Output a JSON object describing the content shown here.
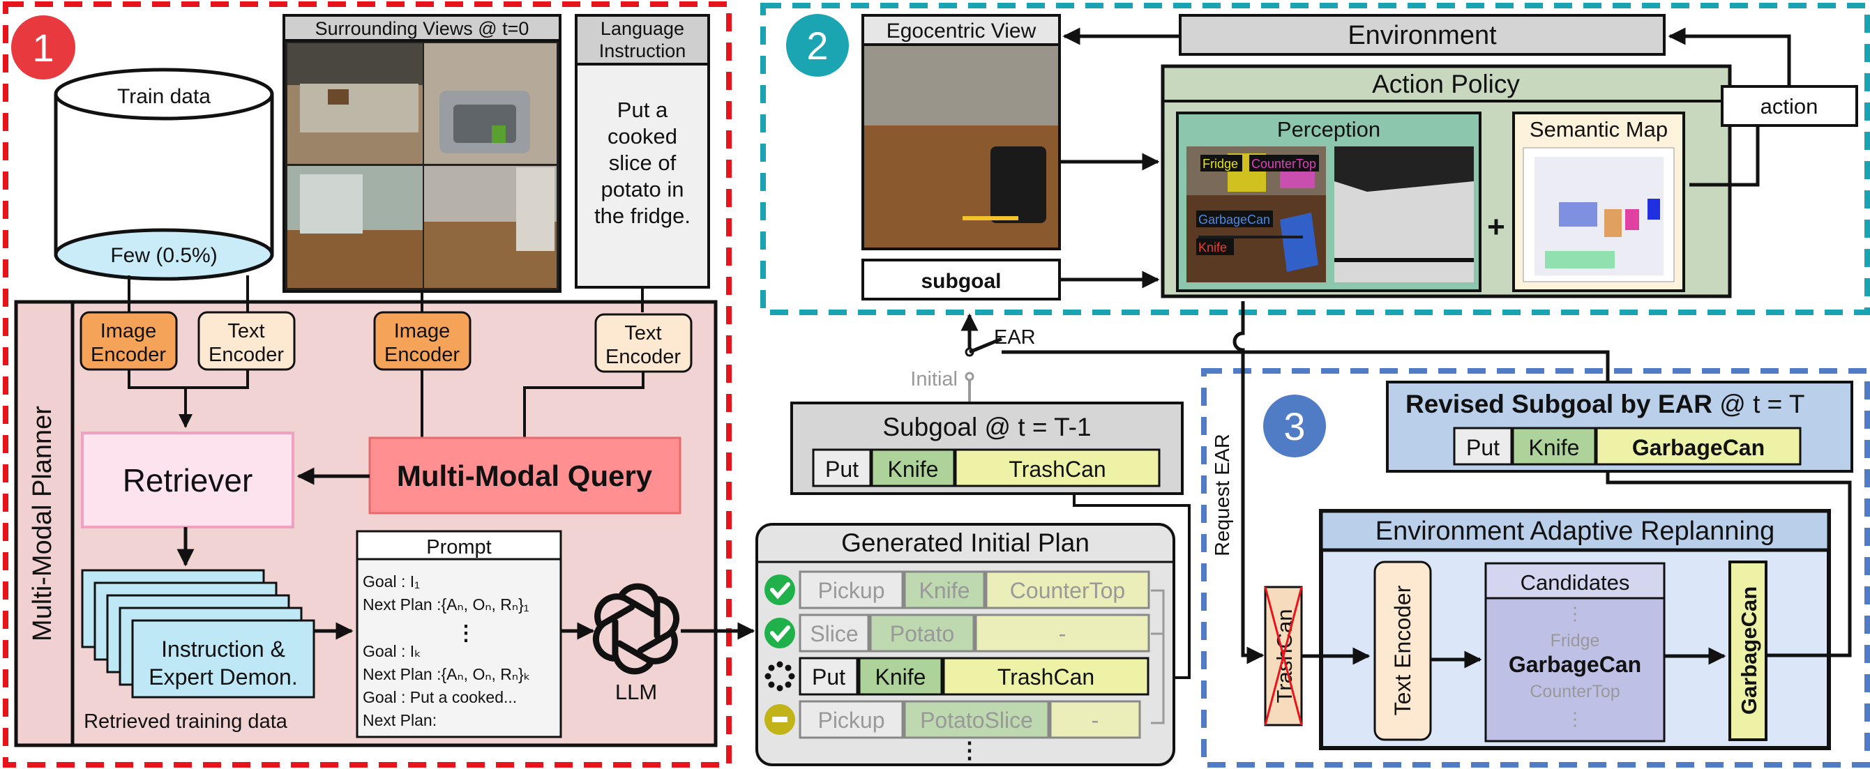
{
  "section1": {
    "badge": "1",
    "train_data": "Train data",
    "few": "Few (0.5%)",
    "surrounding_views": "Surrounding Views @ t=0",
    "language_instruction": [
      "Language",
      "Instruction"
    ],
    "instruction_text": [
      "Put a",
      "cooked",
      "slice of",
      "potato in",
      "the fridge."
    ],
    "image_encoder": [
      "Image",
      "Encoder"
    ],
    "text_encoder": [
      "Text",
      "Encoder"
    ],
    "planner_label": "Multi-Modal Planner",
    "retriever": "Retriever",
    "query": "Multi-Modal Query",
    "demo": [
      "Instruction &",
      "Expert Demon."
    ],
    "retrieved_label": "Retrieved training data",
    "prompt_title": "Prompt",
    "prompt_lines": [
      "Goal : I₁",
      "Next Plan :{Aₙ, Oₙ, Rₙ}₁",
      "⋮",
      "Goal : Iₖ",
      "Next Plan :{Aₙ, Oₙ, Rₙ}ₖ",
      "Goal : Put a cooked...",
      "Next Plan:"
    ],
    "llm": "LLM"
  },
  "section2": {
    "badge": "2",
    "egocentric": "Egocentric View",
    "environment": "Environment",
    "action_policy": "Action Policy",
    "perception": "Perception",
    "semantic_map": "Semantic Map",
    "action": "action",
    "subgoal": "subgoal",
    "plus": "+",
    "seg_labels": [
      "Fridge",
      "CounterTop",
      "GarbageCan",
      "Knife"
    ]
  },
  "middle": {
    "ear_switch": "EAR",
    "initial": "Initial",
    "subgoal_title": "Subgoal  @ t = T-1",
    "subgoal_cells": [
      "Put",
      "Knife",
      "TrashCan"
    ],
    "plan_title": "Generated Initial Plan",
    "plan_rows": [
      {
        "status": "done",
        "cells": [
          "Pickup",
          "Knife",
          "CounterTop"
        ]
      },
      {
        "status": "done",
        "cells": [
          "Slice",
          "Potato",
          "-"
        ]
      },
      {
        "status": "active",
        "cells": [
          "Put",
          "Knife",
          "TrashCan"
        ]
      },
      {
        "status": "pending",
        "cells": [
          "Pickup",
          "PotatoSlice",
          "-"
        ]
      }
    ],
    "ellipsis": "⋮"
  },
  "section3": {
    "badge": "3",
    "request_ear": "Request EAR",
    "revised_title_bold": "Revised Subgoal by EAR",
    "revised_title_rest": " @ t = T",
    "revised_cells": [
      "Put",
      "Knife",
      "GarbageCan"
    ],
    "ear_title": "Environment Adaptive Replanning",
    "trashcan": "TrashCan",
    "text_encoder": "Text Encoder",
    "candidates": "Candidates",
    "cand_dots": "⋮",
    "cand_items": [
      "Fridge",
      "GarbageCan",
      "CounterTop"
    ],
    "output": "GarbageCan"
  },
  "colors": {
    "red_border": "#e8141c",
    "teal_border": "#1aa3b3",
    "blue_border": "#4f7cc4",
    "badge_red": "#e8393f",
    "badge_teal": "#1ba4b2",
    "badge_blue": "#4f7cc4",
    "encoder_orange": "#f6a35a",
    "encoder_cream": "#fde8d2",
    "planner_bg": "#f0d0d0",
    "query_red": "#ff8f91",
    "retriever_pink": "#fde3ee",
    "demo_blue": "#bfe8f7",
    "policy_green": "#c7d8bf",
    "perception_teal": "#8cc7ad",
    "cell_green": "#aed39a",
    "cell_yellow": "#eef2a7",
    "revised_bg": "#b9cfea",
    "ear_bg": "#dbe6f8",
    "candidate_bg": "#bfc0e6",
    "check_green": "#21b14b",
    "pending_olive": "#c2b318"
  }
}
